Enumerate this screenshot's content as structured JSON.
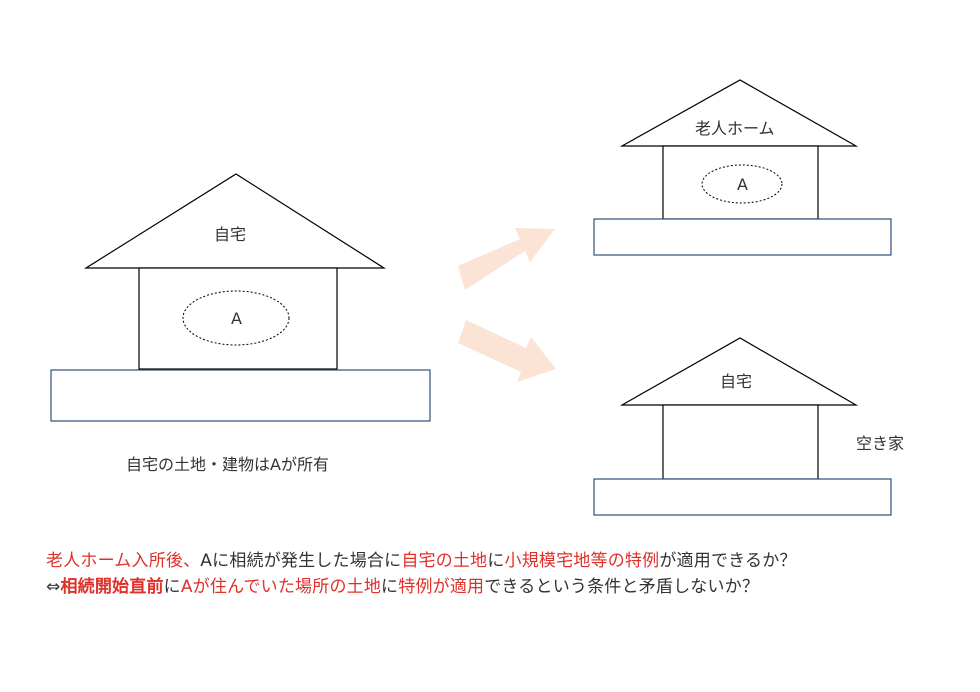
{
  "left_house": {
    "roof_label": "自宅",
    "occupant": "A",
    "caption": "自宅の土地・建物はAが所有"
  },
  "top_right_house": {
    "roof_label": "老人ホーム",
    "occupant": "A"
  },
  "bottom_right_house": {
    "roof_label": "自宅",
    "side_label": "空き家"
  },
  "question_line_1": {
    "s1": "老人ホーム入所後、",
    "s2": "Aに相続が発生した場合に",
    "s3": "自宅の土地",
    "s4": "に",
    "s5": "小規模宅地等の特例",
    "s6": "が適用できるか？"
  },
  "question_line_2": {
    "s1": "⇔",
    "s2": "相続開始直前",
    "s3": "に",
    "s4": "Aが住んでいた場所の土地",
    "s5": "に",
    "s6": "特例が適用",
    "s7": "できるという条件と矛盾しないか？"
  },
  "colors": {
    "red_text": "#e0302a",
    "arrow": "#fbe3d6",
    "base_stroke": "#2f4f7f",
    "line": "#000000"
  }
}
